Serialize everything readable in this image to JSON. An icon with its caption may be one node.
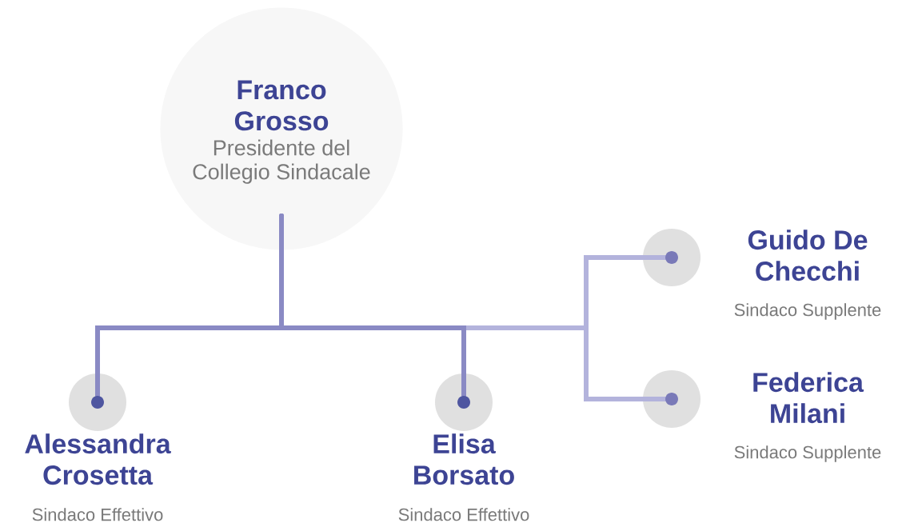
{
  "diagram": {
    "nodes": [
      {
        "text": [
          "Franco Grosso",
          "Presidente del Collegio Sindacale"
        ]
      },
      {
        "text": [
          "Alessandra Crosetta",
          "Sindaco Effettivo"
        ]
      },
      {
        "text": [
          "Elisa Borsato",
          "Sindaco Effettivo"
        ]
      },
      {
        "text": [
          "Guido De Checchi",
          "Sindaco Supplente"
        ]
      },
      {
        "text": [
          "Federica Milani",
          "Sindaco Supplente"
        ]
      }
    ],
    "edges": [
      {
        "from": 0,
        "to": 1,
        "arrow": "none"
      },
      {
        "from": 0,
        "to": 2,
        "arrow": "none"
      },
      {
        "from": 0,
        "to": 3,
        "arrow": "none",
        "color": "#b3b3dc"
      },
      {
        "from": 0,
        "to": 4,
        "arrow": "none",
        "color": "#b3b3dc"
      }
    ]
  }
}
